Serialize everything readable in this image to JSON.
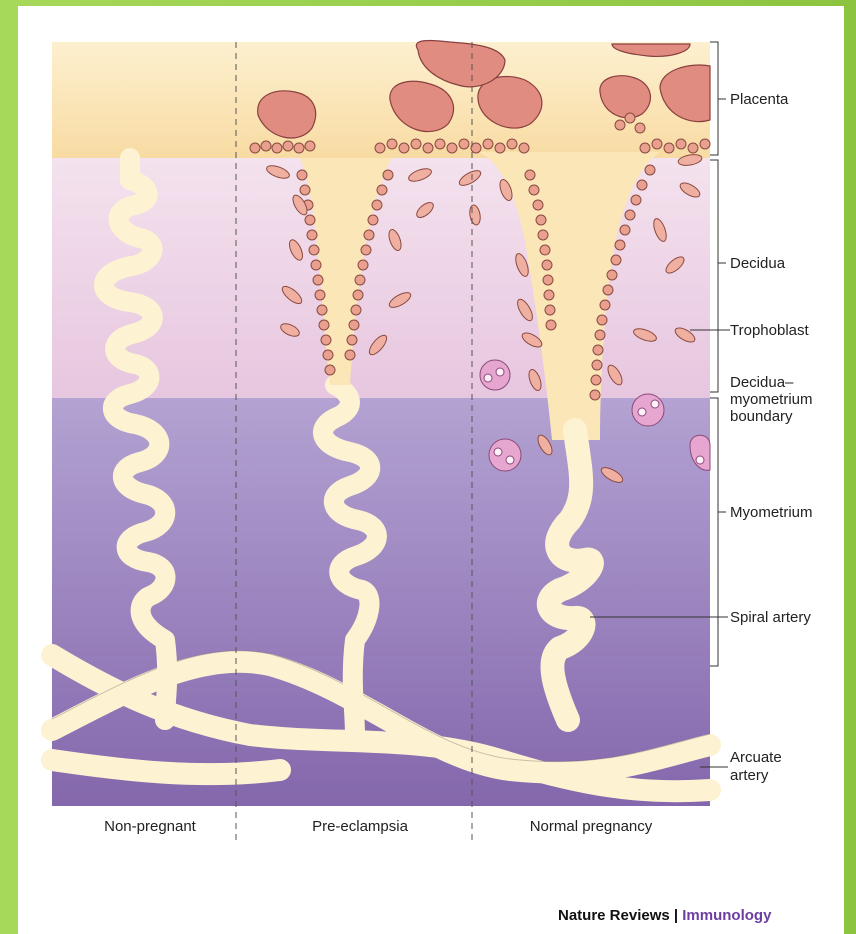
{
  "labels": {
    "placenta": "Placenta",
    "decidua": "Decidua",
    "trophoblast": "Trophoblast",
    "boundary_1": "Decidua–",
    "boundary_2": "myometrium",
    "boundary_3": "boundary",
    "myometrium": "Myometrium",
    "spiral_artery": "Spiral artery",
    "arcuate_1": "Arcuate",
    "arcuate_2": "artery"
  },
  "columns": {
    "non_pregnant": "Non-pregnant",
    "pre_eclampsia": "Pre-eclampsia",
    "normal_pregnancy": "Normal pregnancy"
  },
  "credit": {
    "journal_group": "Nature Reviews",
    "separator": " | ",
    "journal": "Immunology"
  },
  "colors": {
    "placenta_layer": "#fbe9c6",
    "decidua_layer": "#ecd0e4",
    "myometrium_layer": "#9a84c0",
    "artery": "#fdf3d2",
    "trophoblast_cell": "#e9a08e",
    "placental_villi": "#e18c80",
    "uterine_nk_cell": "#e6a6cf",
    "journal_accent": "#6b3fa0",
    "frame": "#9acd4e"
  }
}
